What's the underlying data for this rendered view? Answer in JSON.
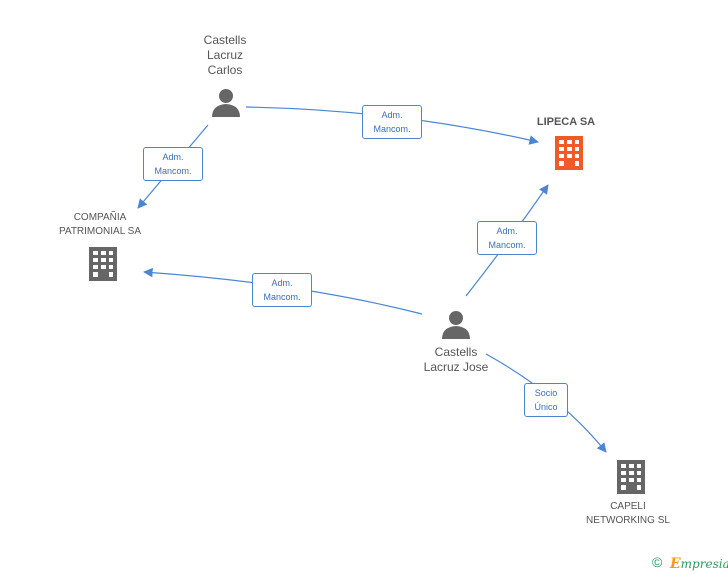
{
  "nodes": {
    "carlos": {
      "label": "Castells\nLacruz\nCarlos",
      "type": "person"
    },
    "lipeca": {
      "label": "LIPECA SA",
      "type": "company",
      "color": "#f05a28"
    },
    "compania": {
      "label": "COMPAÑIA\nPATRIMONIAL SA",
      "type": "company",
      "color": "#666666"
    },
    "jose": {
      "label": "Castells\nLacruz Jose",
      "type": "person"
    },
    "capeli": {
      "label": "CAPELI\nNETWORKING SL",
      "type": "company",
      "color": "#666666"
    }
  },
  "edges": [
    {
      "from": "carlos",
      "to": "lipeca",
      "label1": "Adm.",
      "label2": "Mancom."
    },
    {
      "from": "carlos",
      "to": "compania",
      "label1": "Adm.",
      "label2": "Mancom."
    },
    {
      "from": "jose",
      "to": "lipeca",
      "label1": "Adm.",
      "label2": "Mancom."
    },
    {
      "from": "jose",
      "to": "compania",
      "label1": "Adm.",
      "label2": "Mancom."
    },
    {
      "from": "jose",
      "to": "capeli",
      "label1": "Socio",
      "label2": "Único"
    }
  ],
  "colors": {
    "edge": "#4a86d4",
    "person": "#666666",
    "highlight": "#f05a28"
  },
  "footer": {
    "copyright": "©",
    "brand_first": "E",
    "brand_rest": "mpresia"
  }
}
